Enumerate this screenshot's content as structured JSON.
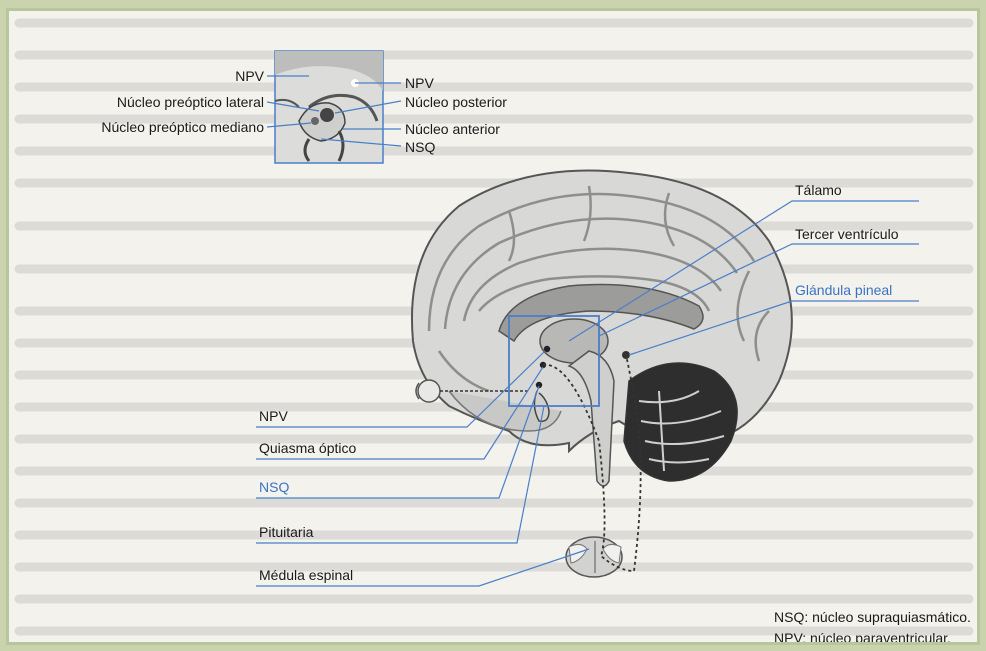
{
  "inset_labels": {
    "npv_left": "NPV",
    "lateral_preoptic": "Núcleo preóptico lateral",
    "median_preoptic": "Núcleo preóptico mediano",
    "npv_right": "NPV",
    "posterior_nucleus": "Núcleo posterior",
    "anterior_nucleus": "Núcleo anterior",
    "nsq": "NSQ"
  },
  "right_labels": {
    "thalamus": "Tálamo",
    "third_ventricle": "Tercer ventrículo",
    "pineal_gland": "Glándula pineal"
  },
  "left_labels": {
    "npv": "NPV",
    "optic_chiasm": "Quiasma óptico",
    "nsq": "NSQ",
    "pituitary": "Pituitaria",
    "spinal_cord": "Médula espinal"
  },
  "footnotes": {
    "nsq": "NSQ: núcleo supraquiasmático.",
    "npv": "NPV: núcleo paraventricular."
  },
  "colors": {
    "leader_line": "#4a7fc8",
    "highlight_label": "#3b73c4",
    "frame": "#b9c59a"
  }
}
